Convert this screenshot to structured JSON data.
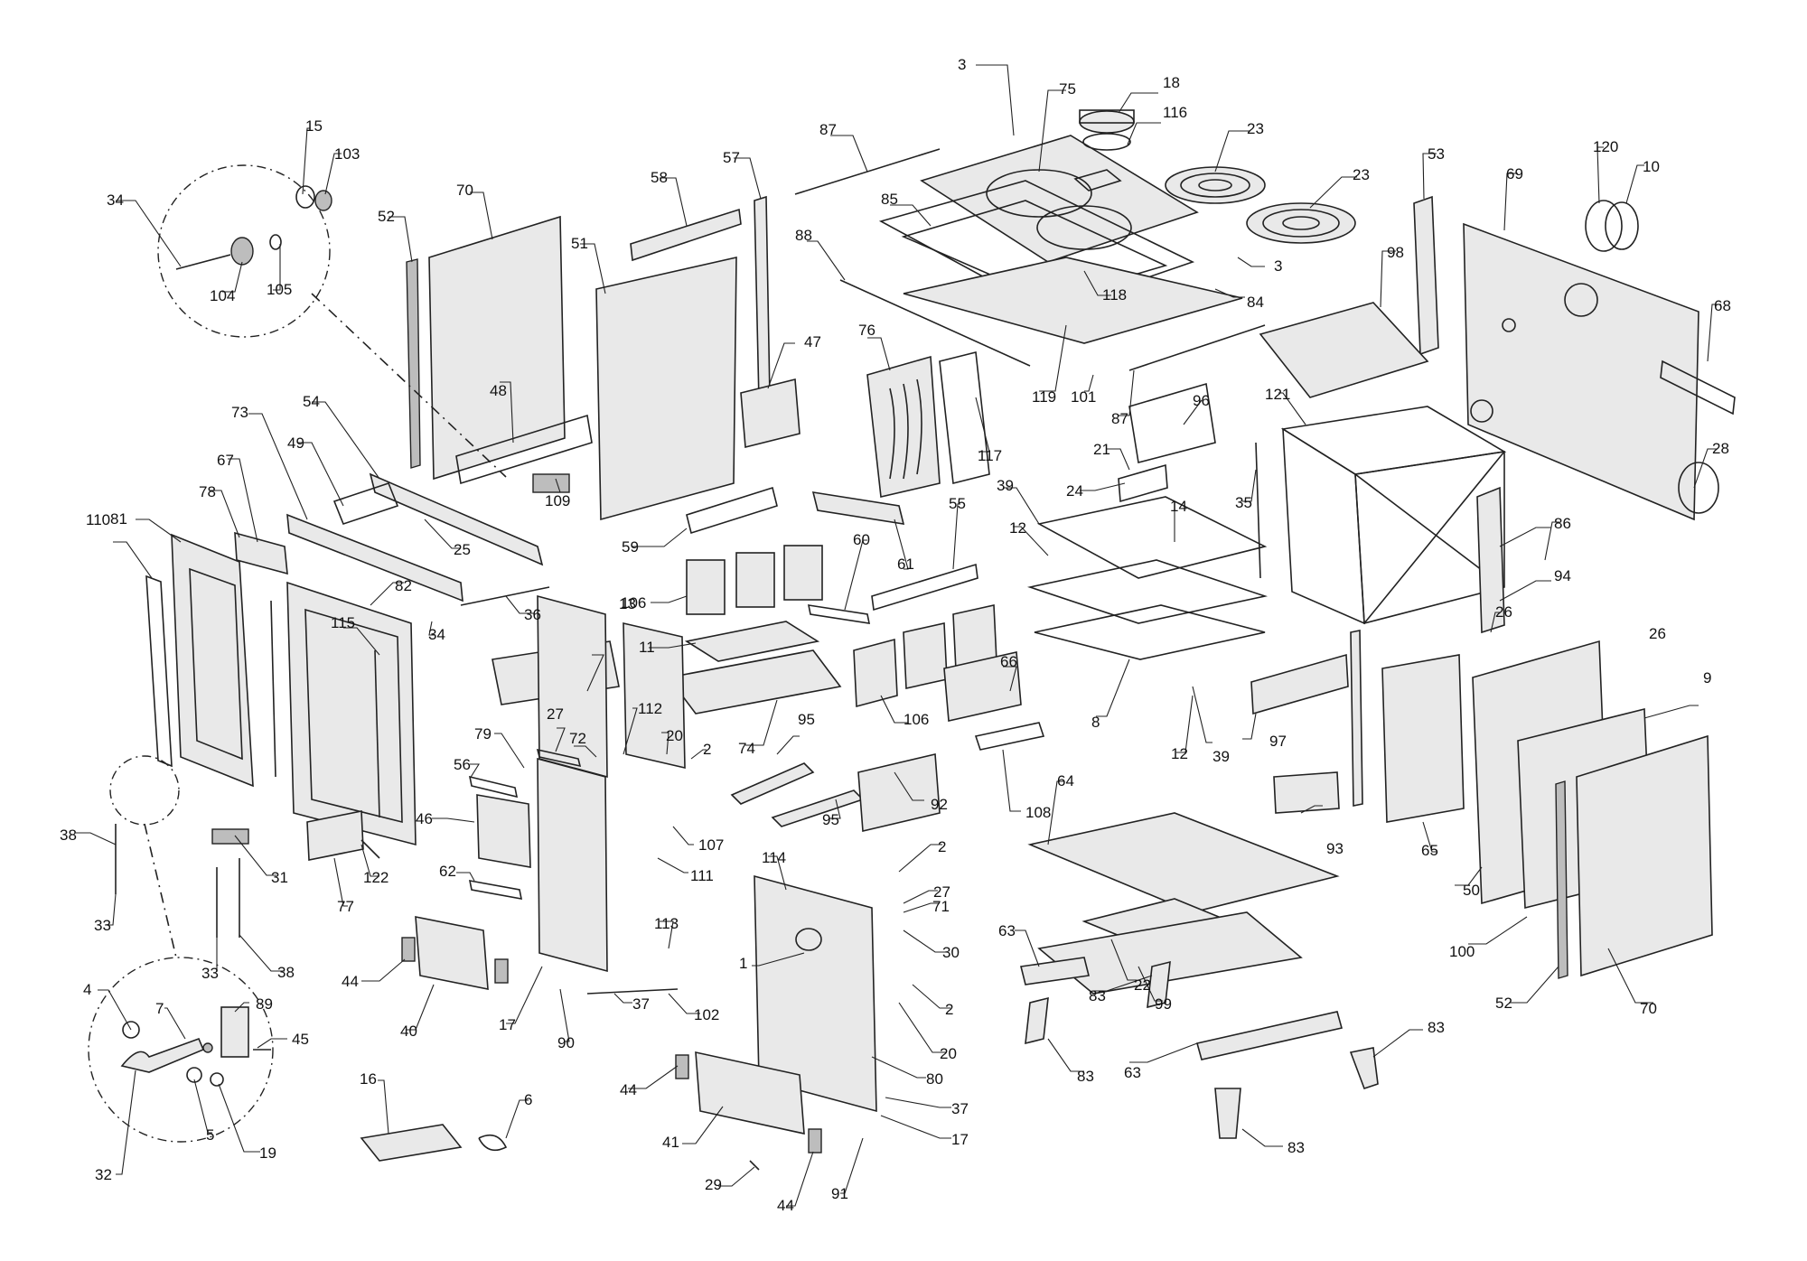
{
  "labels": [
    "3",
    "75",
    "18",
    "116",
    "23",
    "23",
    "87",
    "85",
    "3",
    "88",
    "118",
    "84",
    "119",
    "101",
    "87",
    "117",
    "76",
    "57",
    "58",
    "51",
    "47",
    "70",
    "52",
    "48",
    "109",
    "15",
    "103",
    "34",
    "104",
    "105",
    "53",
    "69",
    "120",
    "10",
    "98",
    "68",
    "121",
    "96",
    "21",
    "24",
    "35",
    "28",
    "86",
    "94",
    "54",
    "73",
    "49",
    "25",
    "36",
    "34",
    "67",
    "78",
    "81",
    "110",
    "82",
    "115",
    "59",
    "61",
    "55",
    "60",
    "106",
    "11",
    "13",
    "106",
    "74",
    "66",
    "39",
    "12",
    "14",
    "8",
    "12",
    "39",
    "26",
    "26",
    "9",
    "97",
    "93",
    "65",
    "50",
    "100",
    "52",
    "70",
    "112",
    "27",
    "72",
    "79",
    "56",
    "46",
    "62",
    "20",
    "2",
    "107",
    "111",
    "113",
    "95",
    "95",
    "92",
    "108",
    "64",
    "22",
    "99",
    "63",
    "83",
    "83",
    "63",
    "83",
    "83",
    "114",
    "2",
    "27",
    "71",
    "30",
    "2",
    "20",
    "1",
    "80",
    "37",
    "17",
    "38",
    "33",
    "33",
    "38",
    "31",
    "77",
    "122",
    "44",
    "40",
    "17",
    "90",
    "37",
    "102",
    "44",
    "41",
    "29",
    "44",
    "91",
    "4",
    "7",
    "89",
    "45",
    "5",
    "19",
    "32",
    "16",
    "6"
  ]
}
